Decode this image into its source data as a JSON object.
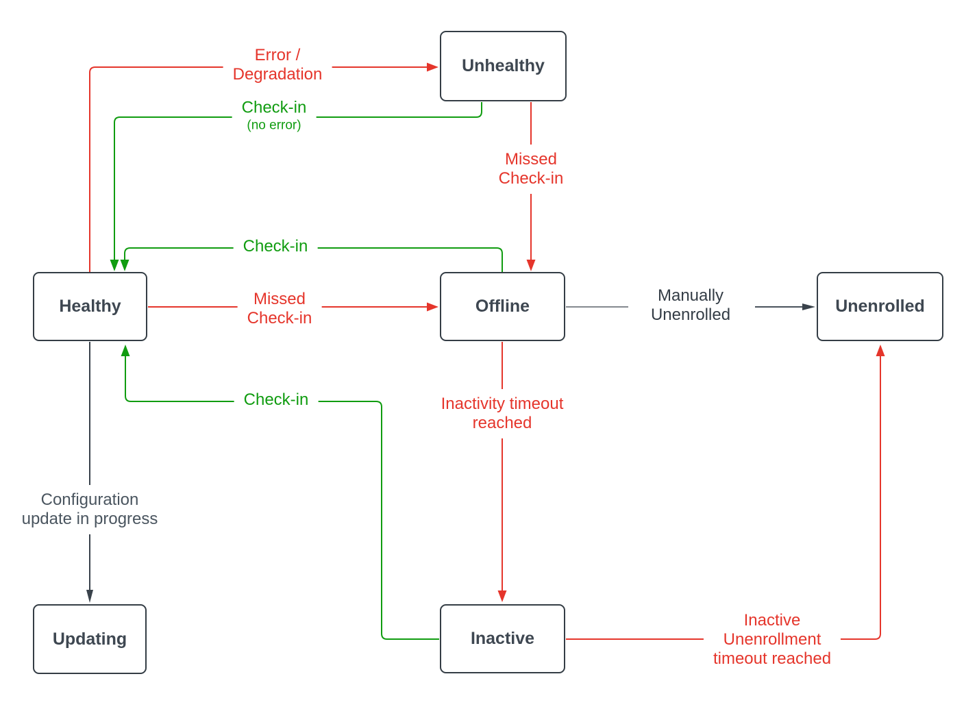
{
  "colors": {
    "red": "#e5352b",
    "green": "#109c10",
    "dark": "#39424b",
    "gray": "#84898f",
    "gray_strong": "#49525b",
    "node_border": "#343d45",
    "node_text": "#3e4751",
    "label_dark": "#343d46",
    "label_slate": "#4a555f",
    "background": "#ffffff"
  },
  "nodes": [
    {
      "id": "healthy",
      "label": "Healthy"
    },
    {
      "id": "unhealthy",
      "label": "Unhealthy"
    },
    {
      "id": "offline",
      "label": "Offline"
    },
    {
      "id": "unenrolled",
      "label": "Unenrolled"
    },
    {
      "id": "updating",
      "label": "Updating"
    },
    {
      "id": "inactive",
      "label": "Inactive"
    }
  ],
  "edges": [
    {
      "from": "Healthy",
      "to": "Unhealthy",
      "color": "red",
      "label": "Error / Degradation",
      "label_lines": [
        "Error /",
        "Degradation"
      ]
    },
    {
      "from": "Unhealthy",
      "to": "Healthy",
      "color": "green",
      "label": "Check-in (no error)",
      "label_lines": [
        "Check-in",
        "(no error)"
      ]
    },
    {
      "from": "Unhealthy",
      "to": "Offline",
      "color": "red",
      "label": "Missed Check-in",
      "label_lines": [
        "Missed",
        "Check-in"
      ]
    },
    {
      "from": "Offline",
      "to": "Healthy",
      "color": "green",
      "label": "Check-in",
      "label_lines": [
        "Check-in"
      ]
    },
    {
      "from": "Healthy",
      "to": "Offline",
      "color": "red",
      "label": "Missed Check-in",
      "label_lines": [
        "Missed",
        "Check-in"
      ]
    },
    {
      "from": "Offline",
      "to": "Unenrolled",
      "color": "gray",
      "label": "Manually Unenrolled",
      "label_lines": [
        "Manually",
        "Unenrolled"
      ]
    },
    {
      "from": "Offline",
      "to": "Inactive",
      "color": "red",
      "label": "Inactivity timeout reached",
      "label_lines": [
        "Inactivity timeout",
        "reached"
      ]
    },
    {
      "from": "Inactive",
      "to": "Healthy",
      "color": "green",
      "label": "Check-in",
      "label_lines": [
        "Check-in"
      ]
    },
    {
      "from": "Healthy",
      "to": "Updating",
      "color": "dark",
      "label": "Configuration update in progress",
      "label_lines": [
        "Configuration",
        "update in progress"
      ]
    },
    {
      "from": "Inactive",
      "to": "Unenrolled",
      "color": "red",
      "label": "Inactive Unenrollment timeout reached",
      "label_lines": [
        "Inactive",
        "Unenrollment",
        "timeout reached"
      ]
    }
  ]
}
